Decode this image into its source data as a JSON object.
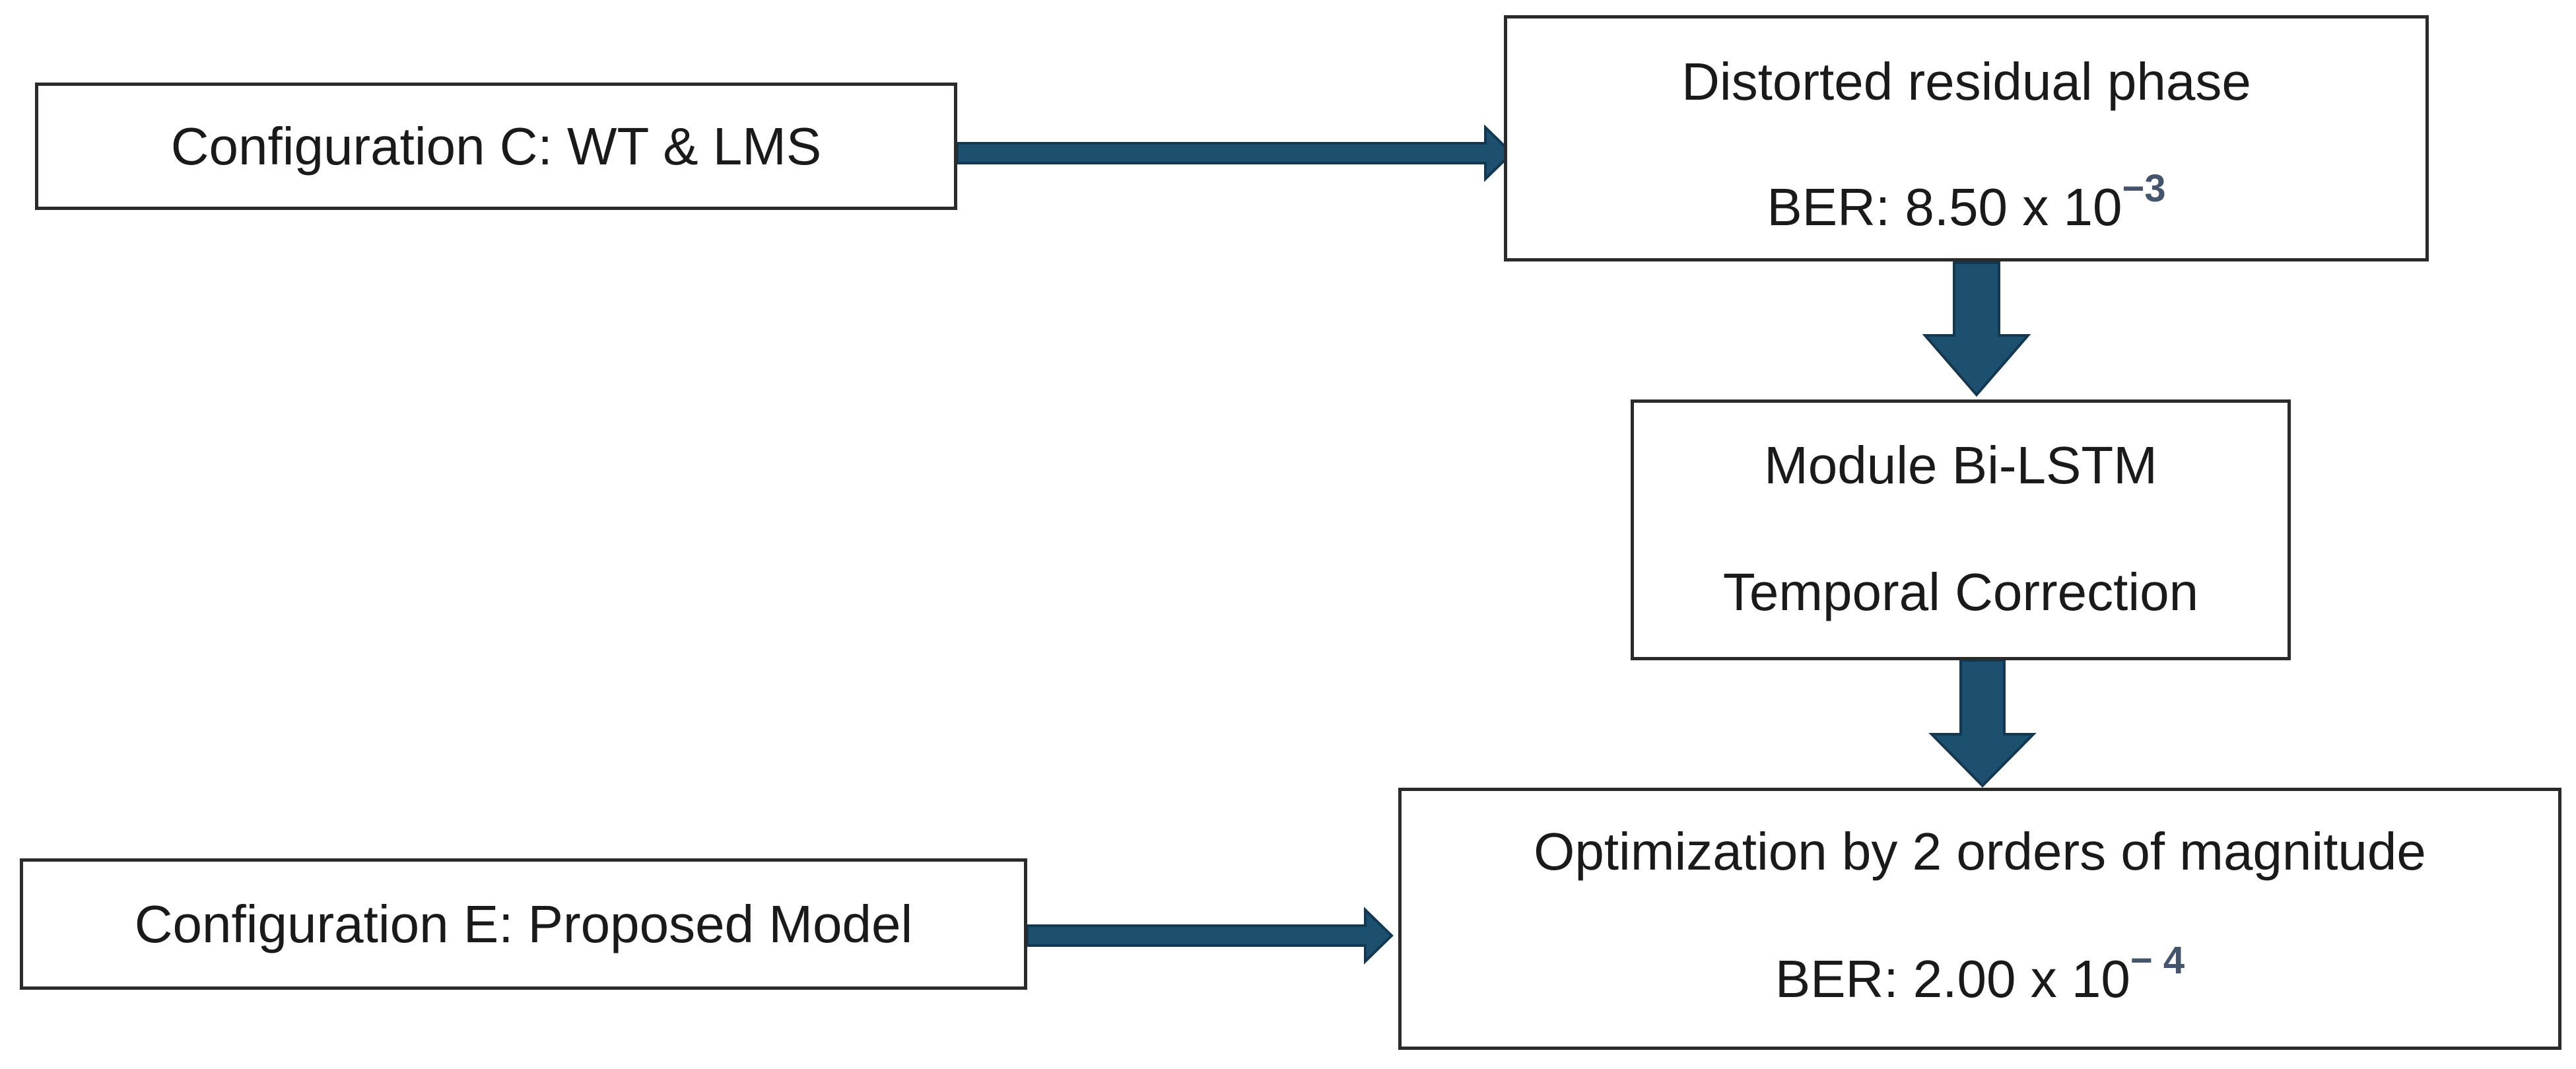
{
  "nodes": {
    "config_c": {
      "label": "Configuration C: WT & LMS"
    },
    "distorted": {
      "title": "Distorted residual phase",
      "ber_prefix": "BER: 8.50 x 10",
      "ber_exponent": "−3"
    },
    "bilstm": {
      "line1": "Module Bi-LSTM",
      "line2": "Temporal Correction"
    },
    "optimization": {
      "title": "Optimization by 2 orders of magnitude",
      "ber_prefix": "BER: 2.00 x 10",
      "ber_exponent": "− 4"
    },
    "config_e": {
      "label": "Configuration E: Proposed Model"
    }
  },
  "colors": {
    "arrow_fill": "#1d4f6e",
    "arrow_stroke": "#14384f",
    "box_border": "#2b2b2b",
    "exponent": "#44546a"
  }
}
